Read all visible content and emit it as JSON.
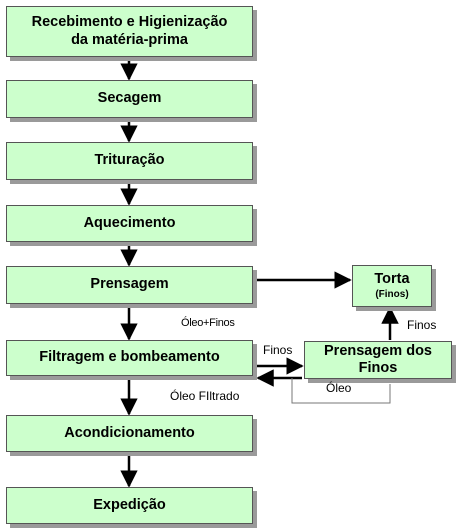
{
  "steps": [
    {
      "line1": "Recebimento e Higienização",
      "line2": "da matéria-prima"
    },
    {
      "label": "Secagem"
    },
    {
      "label": "Trituração"
    },
    {
      "label": "Aquecimento"
    },
    {
      "label": "Prensagem"
    },
    {
      "label": "Filtragem e bombeamento"
    },
    {
      "label": "Acondicionamento"
    },
    {
      "label": "Expedição"
    }
  ],
  "side": {
    "torta": {
      "title": "Torta",
      "sub": "(Finos)"
    },
    "prensagem_finos": {
      "line1": "Prensagem dos",
      "line2": "Finos"
    }
  },
  "edge_labels": {
    "oleo_finos": "Óleo+Finos",
    "finos_to_torta": "Finos",
    "finos_to_prensagem": "Finos",
    "oleo_return": "Óleo",
    "oleo_filtrado": "Óleo FIltrado"
  },
  "colors": {
    "box_fill": "#ccffcc",
    "box_border": "#555555",
    "arrow": "#000000"
  }
}
